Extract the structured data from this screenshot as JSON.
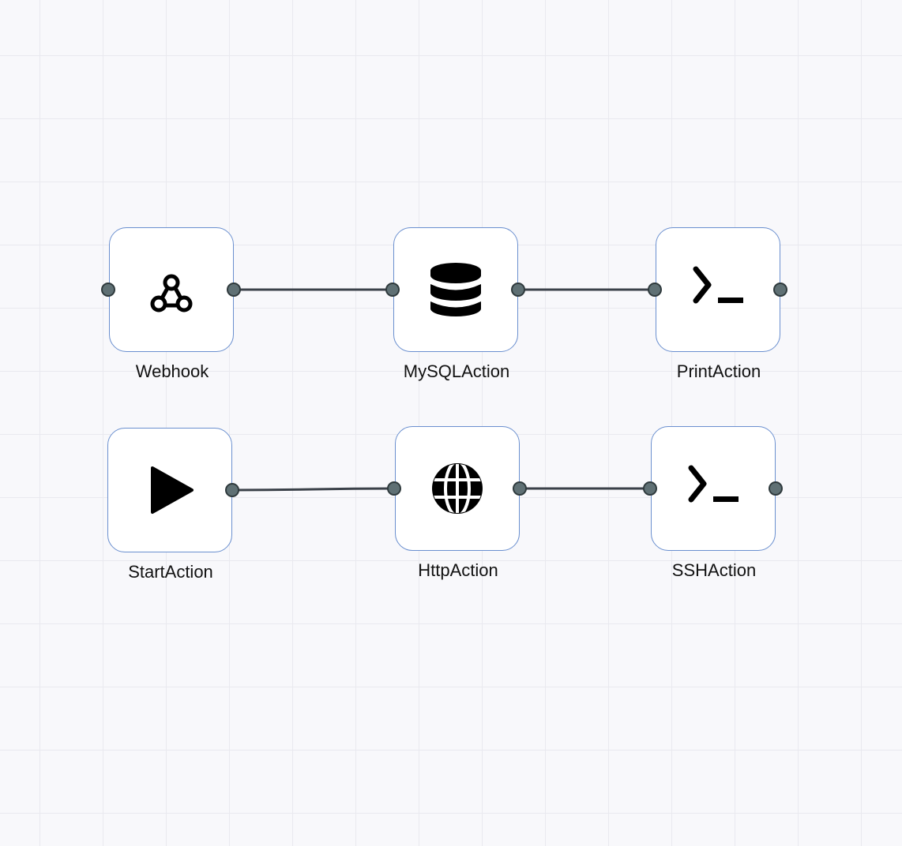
{
  "canvas": {
    "background": "#f8f8fb",
    "grid_color": "#e9e9ef"
  },
  "style": {
    "node_border": "#6a8fcf",
    "port_fill": "#5f7074",
    "edge_color": "#3b4149"
  },
  "nodes": [
    {
      "id": "webhook",
      "label": "Webhook",
      "icon": "webhook-icon"
    },
    {
      "id": "mysql",
      "label": "MySQLAction",
      "icon": "database-icon"
    },
    {
      "id": "print",
      "label": "PrintAction",
      "icon": "terminal-icon"
    },
    {
      "id": "start",
      "label": "StartAction",
      "icon": "play-icon"
    },
    {
      "id": "http",
      "label": "HttpAction",
      "icon": "globe-icon"
    },
    {
      "id": "ssh",
      "label": "SSHAction",
      "icon": "terminal-icon"
    }
  ],
  "edges": [
    {
      "from": "webhook",
      "to": "mysql"
    },
    {
      "from": "mysql",
      "to": "print"
    },
    {
      "from": "start",
      "to": "http"
    },
    {
      "from": "http",
      "to": "ssh"
    }
  ]
}
